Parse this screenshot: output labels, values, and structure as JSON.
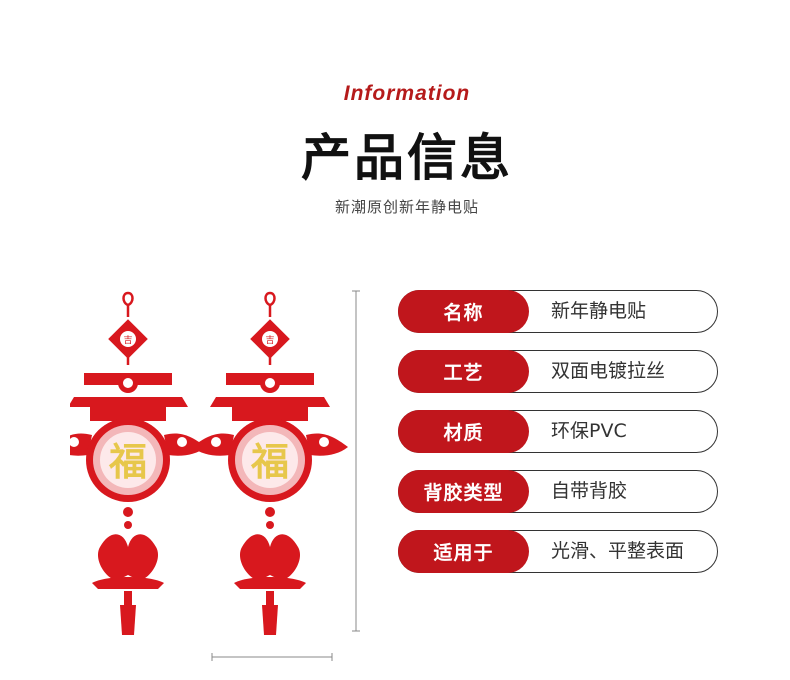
{
  "header": {
    "en_title": "Information",
    "cn_title": "产品信息",
    "subtitle": "新潮原创新年静电贴"
  },
  "product_image": {
    "ornament_character": "福",
    "knot_character": "吉",
    "colors": {
      "red": "#d8181e",
      "gold": "#e7c74b",
      "pink": "#f3b7b9"
    }
  },
  "info_items": [
    {
      "label": "名称",
      "value": "新年静电贴"
    },
    {
      "label": "工艺",
      "value": "双面电镀拉丝"
    },
    {
      "label": "材质",
      "value": "环保PVC"
    },
    {
      "label": "背胶类型",
      "value": "自带背胶"
    },
    {
      "label": "适用于",
      "value": "光滑、平整表面"
    }
  ],
  "colors": {
    "accent": "#c0161c",
    "text": "#333333",
    "title": "#111111"
  }
}
